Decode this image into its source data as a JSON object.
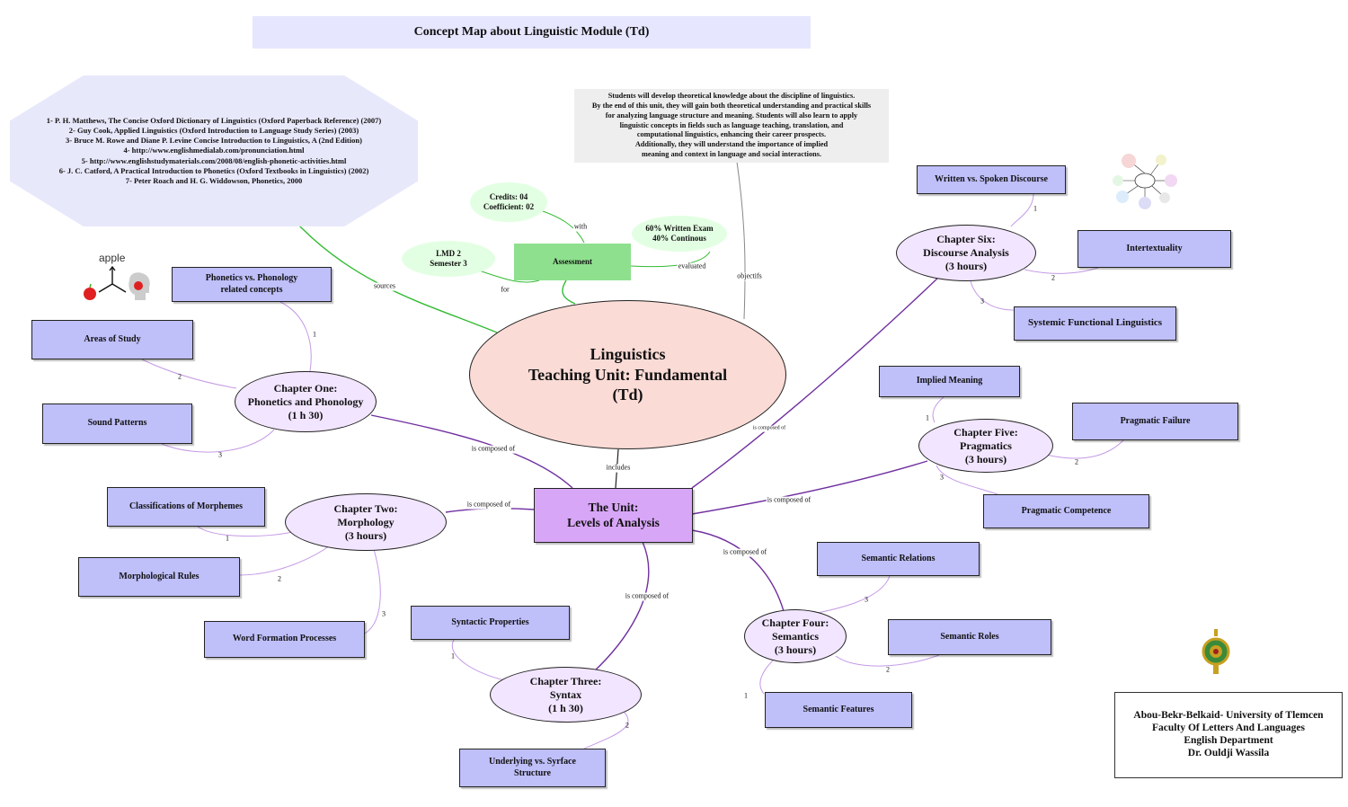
{
  "title": "Concept Map about Linguistic Module (Td)",
  "sources_text": "1- P. H. Matthews, The Concise Oxford Dictionary of Linguistics (Oxford Paperback Reference) (2007)\n2- Guy Cook, Applied Linguistics (Oxford Introduction to Language Study Series) (2003)\n3- Bruce M. Rowe and Diane P. Levine Concise Introduction to Linguistics, A (2nd Edition)\n4- http://www.englishmedialab.com/pronunciation.html\n5- http://www.englishstudymaterials.com/2008/08/english-phonetic-activities.html\n6- J. C. Catford, A Practical Introduction to Phonetics (Oxford Textbooks in Linguistics) (2002)\n7- Peter Roach and H. G. Widdowson, Phonetics, 2000",
  "objectives_text": "Students will develop theoretical knowledge about the discipline of linguistics.\nBy the end of this unit, they will gain both theoretical understanding and practical skills\nfor analyzing language structure and meaning. Students will also learn to apply\nlinguistic concepts in fields such as language teaching, translation, and\ncomputational linguistics, enhancing their career prospects.\nAdditionally, they will understand the importance of implied\nmeaning and context in language and social interactions.",
  "central": "Linguistics\nTeaching Unit: Fundamental\n(Td)",
  "unit": "The Unit:\nLevels of Analysis",
  "assessment": "Assessment",
  "credits": "Credits: 04\nCoefficient: 02",
  "lmd": "LMD 2\nSemester 3",
  "exam": "60% Written Exam\n40% Continous",
  "apple_word": "apple",
  "chapters": {
    "one": "Chapter One:\nPhonetics and Phonology\n(1 h 30)",
    "two": "Chapter Two:\nMorphology\n(3 hours)",
    "three": "Chapter Three:\nSyntax\n(1 h 30)",
    "four": "Chapter Four:\nSemantics\n(3 hours)",
    "five": "Chapter Five:\nPragmatics\n(3 hours)",
    "six": "Chapter Six:\nDiscourse Analysis\n(3 hours)"
  },
  "topics": {
    "phon_vs": "Phonetics vs. Phonology\nrelated concepts",
    "areas": "Areas of Study",
    "sound": "Sound Patterns",
    "classif": "Classifications of Morphemes",
    "morph_rules": "Morphological Rules",
    "word_form": "Word Formation Processes",
    "synt_prop": "Syntactic Properties",
    "underlying": "Underlying vs. Syrface\nStructure",
    "sem_rel": "Semantic Relations",
    "sem_roles": "Semantic Roles",
    "sem_feat": "Semantic Features",
    "implied": "Implied Meaning",
    "prag_fail": "Pragmatic Failure",
    "prag_comp": "Pragmatic Competence",
    "written": "Written vs. Spoken Discourse",
    "intertext": "Intertextuality",
    "sfl": "Systemic Functional Linguistics"
  },
  "link_labels": {
    "sources": "sources",
    "with": "with",
    "for": "for",
    "evaluated": "evaluated",
    "objectifs": "objectifs",
    "includes": "includes",
    "composed": "is composed of"
  },
  "numbers": {
    "n1": "1",
    "n2": "2",
    "n3": "3"
  },
  "university": "Abou-Bekr-Belkaid- University of Tlemcen\nFaculty Of Letters And Languages\nEnglish Department\nDr. Ouldji Wassila",
  "colors": {
    "title_bg": "#e6e6ff",
    "sources_bg": "#e8e8fb",
    "objectives_bg": "#eeeeee",
    "central_fill": "#fadbd6",
    "unit_fill": "#d8a6f7",
    "assessment_fill": "#8ee08e",
    "green_ellipse": "#e3ffe3",
    "topic_box": "#bfbffa",
    "chapter_fill": "#f2e5ff",
    "link_purple": "#7030a0",
    "link_light_purple": "#c49ae6",
    "link_green": "#33bb33"
  }
}
